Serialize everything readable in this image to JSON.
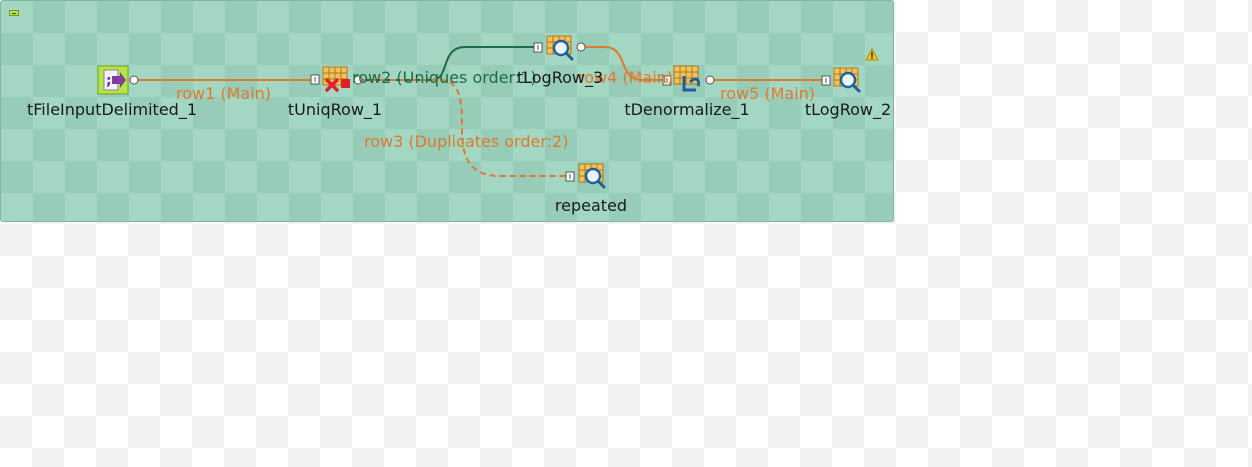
{
  "components": {
    "file_input": "tFileInputDelimited_1",
    "uniq_row": "tUniqRow_1",
    "log_row_3": "tLogRow_3",
    "denormalize": "tDenormalize_1",
    "log_row_2": "tLogRow_2",
    "repeated": "repeated"
  },
  "links": {
    "row1": "row1 (Main)",
    "row2": "row2 (Uniques order:1)",
    "row3": "row3 (Duplicates order:2)",
    "row4": "row4 (Main)",
    "row5": "row5 (Main)"
  },
  "colors": {
    "main_link": "#e07a2a",
    "uniques_link": "#1f6b46",
    "subjob_bg": "#a3d6c3",
    "warning": "#f5c518"
  },
  "icons": {
    "file_input": "delimited-file-input-icon",
    "uniq_row": "uniq-row-icon",
    "log_row": "log-row-magnifier-icon",
    "denormalize": "denormalize-icon",
    "warning": "warning-triangle-icon"
  }
}
